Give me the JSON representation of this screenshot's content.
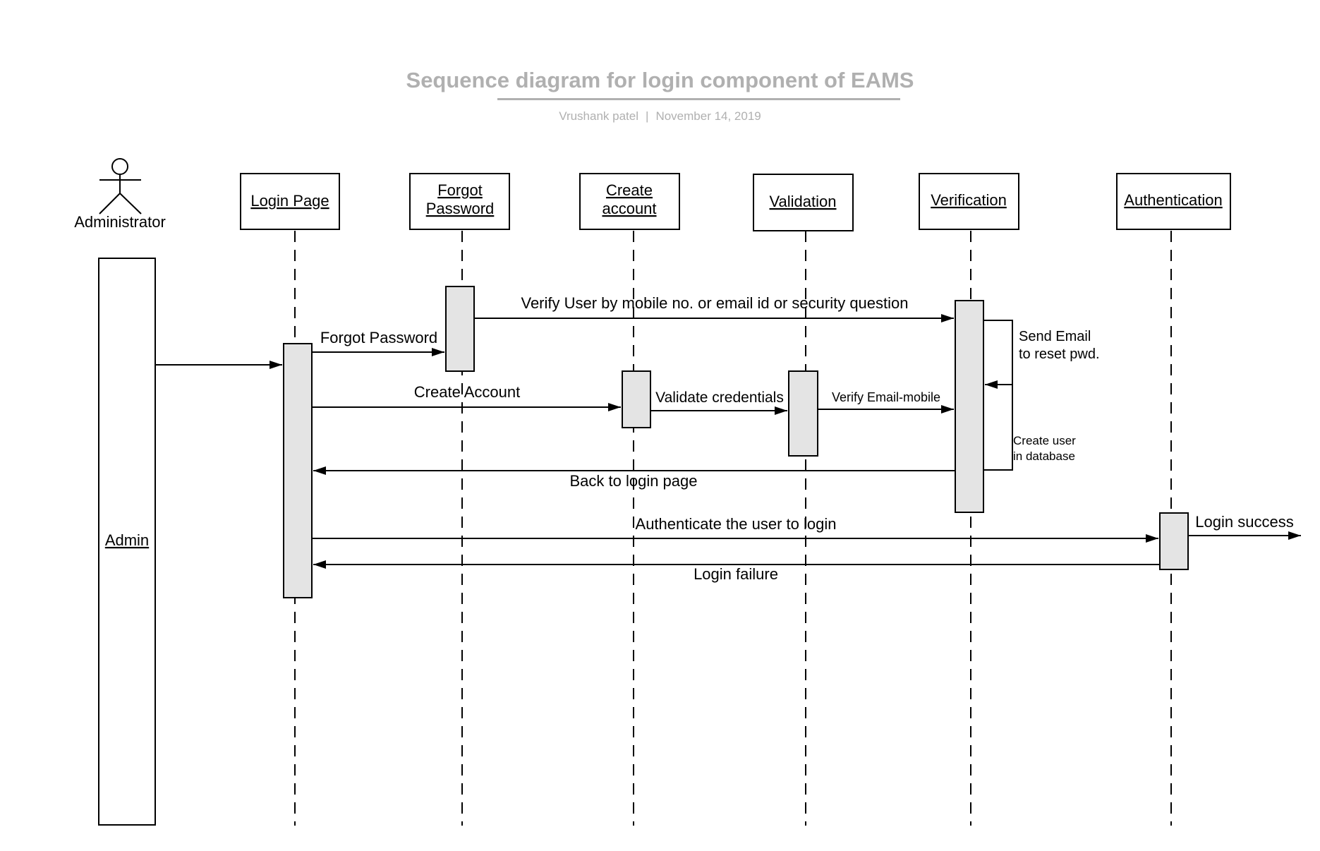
{
  "header": {
    "title": "Sequence diagram for login component of EAMS",
    "author": "Vrushank patel",
    "separator": "|",
    "date": "November 14, 2019"
  },
  "colors": {
    "stroke": "#000000",
    "activation_fill": "#e4e4e4",
    "title_gray": "#b0b0b0"
  },
  "actor": {
    "label": "Administrator",
    "icon": "stick-figure-icon"
  },
  "admin_bar": {
    "label": "Admin"
  },
  "lifelines": [
    {
      "id": "login-page",
      "label": [
        "Login Page"
      ]
    },
    {
      "id": "forgot-password",
      "label": [
        "Forgot",
        "Password"
      ]
    },
    {
      "id": "create-account",
      "label": [
        "Create",
        "account"
      ]
    },
    {
      "id": "validation",
      "label": [
        "Validation"
      ]
    },
    {
      "id": "verification",
      "label": [
        "Verification"
      ]
    },
    {
      "id": "authentication",
      "label": [
        "Authentication"
      ]
    }
  ],
  "messages": [
    {
      "id": "admin-to-login",
      "label": ""
    },
    {
      "id": "forgot-password",
      "label": "Forgot Password"
    },
    {
      "id": "verify-user",
      "label": "Verify User by mobile no. or email id or security question"
    },
    {
      "id": "create-account",
      "label": "Create Account"
    },
    {
      "id": "validate-credentials",
      "label": "Validate credentials"
    },
    {
      "id": "verify-email-mobile",
      "label": "Verify Email-mobile"
    },
    {
      "id": "back-to-login",
      "label": "Back to login page"
    },
    {
      "id": "authenticate",
      "label": "Authenticate the user to login"
    },
    {
      "id": "login-failure",
      "label": "Login failure"
    },
    {
      "id": "login-success",
      "label": "Login success"
    }
  ],
  "self_messages": [
    {
      "id": "send-email",
      "label": [
        "Send Email",
        "to reset pwd."
      ]
    },
    {
      "id": "create-user",
      "label": [
        "Create user",
        "in database"
      ]
    }
  ]
}
